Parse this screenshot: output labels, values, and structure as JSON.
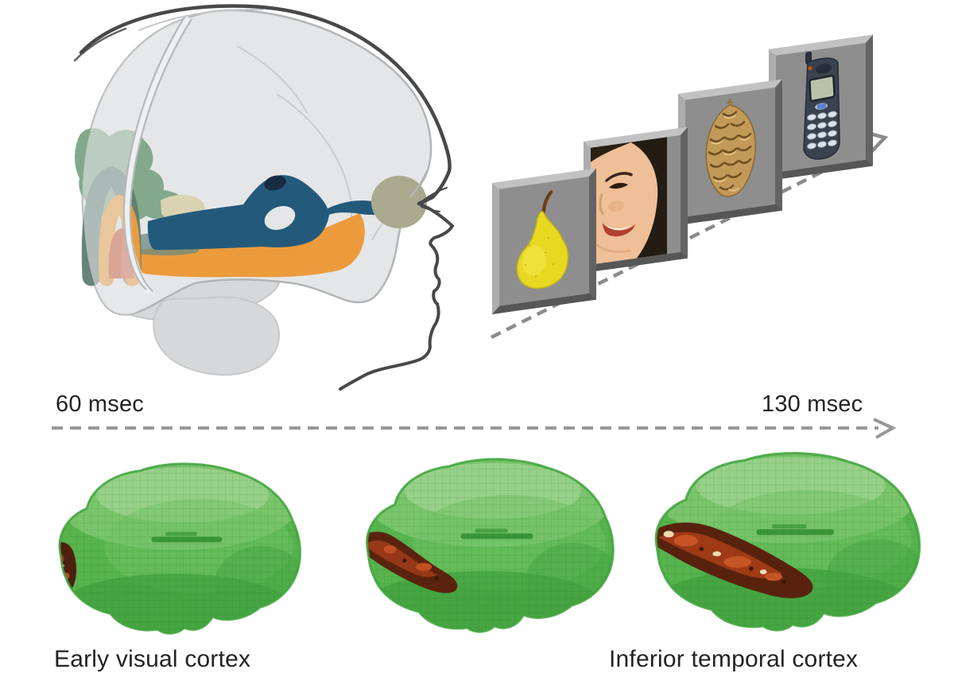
{
  "timeline": {
    "start_label": "60 msec",
    "end_label": "130 msec"
  },
  "captions": {
    "left": "Early visual cortex",
    "right": "Inferior temporal cortex"
  },
  "stimuli": [
    {
      "name": "pear"
    },
    {
      "name": "woman-face"
    },
    {
      "name": "pinecone"
    },
    {
      "name": "mobile-phone"
    }
  ],
  "brains": [
    {
      "activation": "small occipital patch"
    },
    {
      "activation": "occipital patch extending forward"
    },
    {
      "activation": "large inferior temporal extent"
    }
  ],
  "colors": {
    "brain_green": "#57b44e",
    "activation_red": "#9c3a18",
    "pathway_blue": "#235a7b",
    "temporal_orange": "#ec9b3c",
    "occipital_red": "#c4532e",
    "occipital_teal": "#5f7d72",
    "cortex_sage": "#83a88b",
    "eye_olive": "#a9a98e",
    "timeline_gray": "#97989a"
  }
}
